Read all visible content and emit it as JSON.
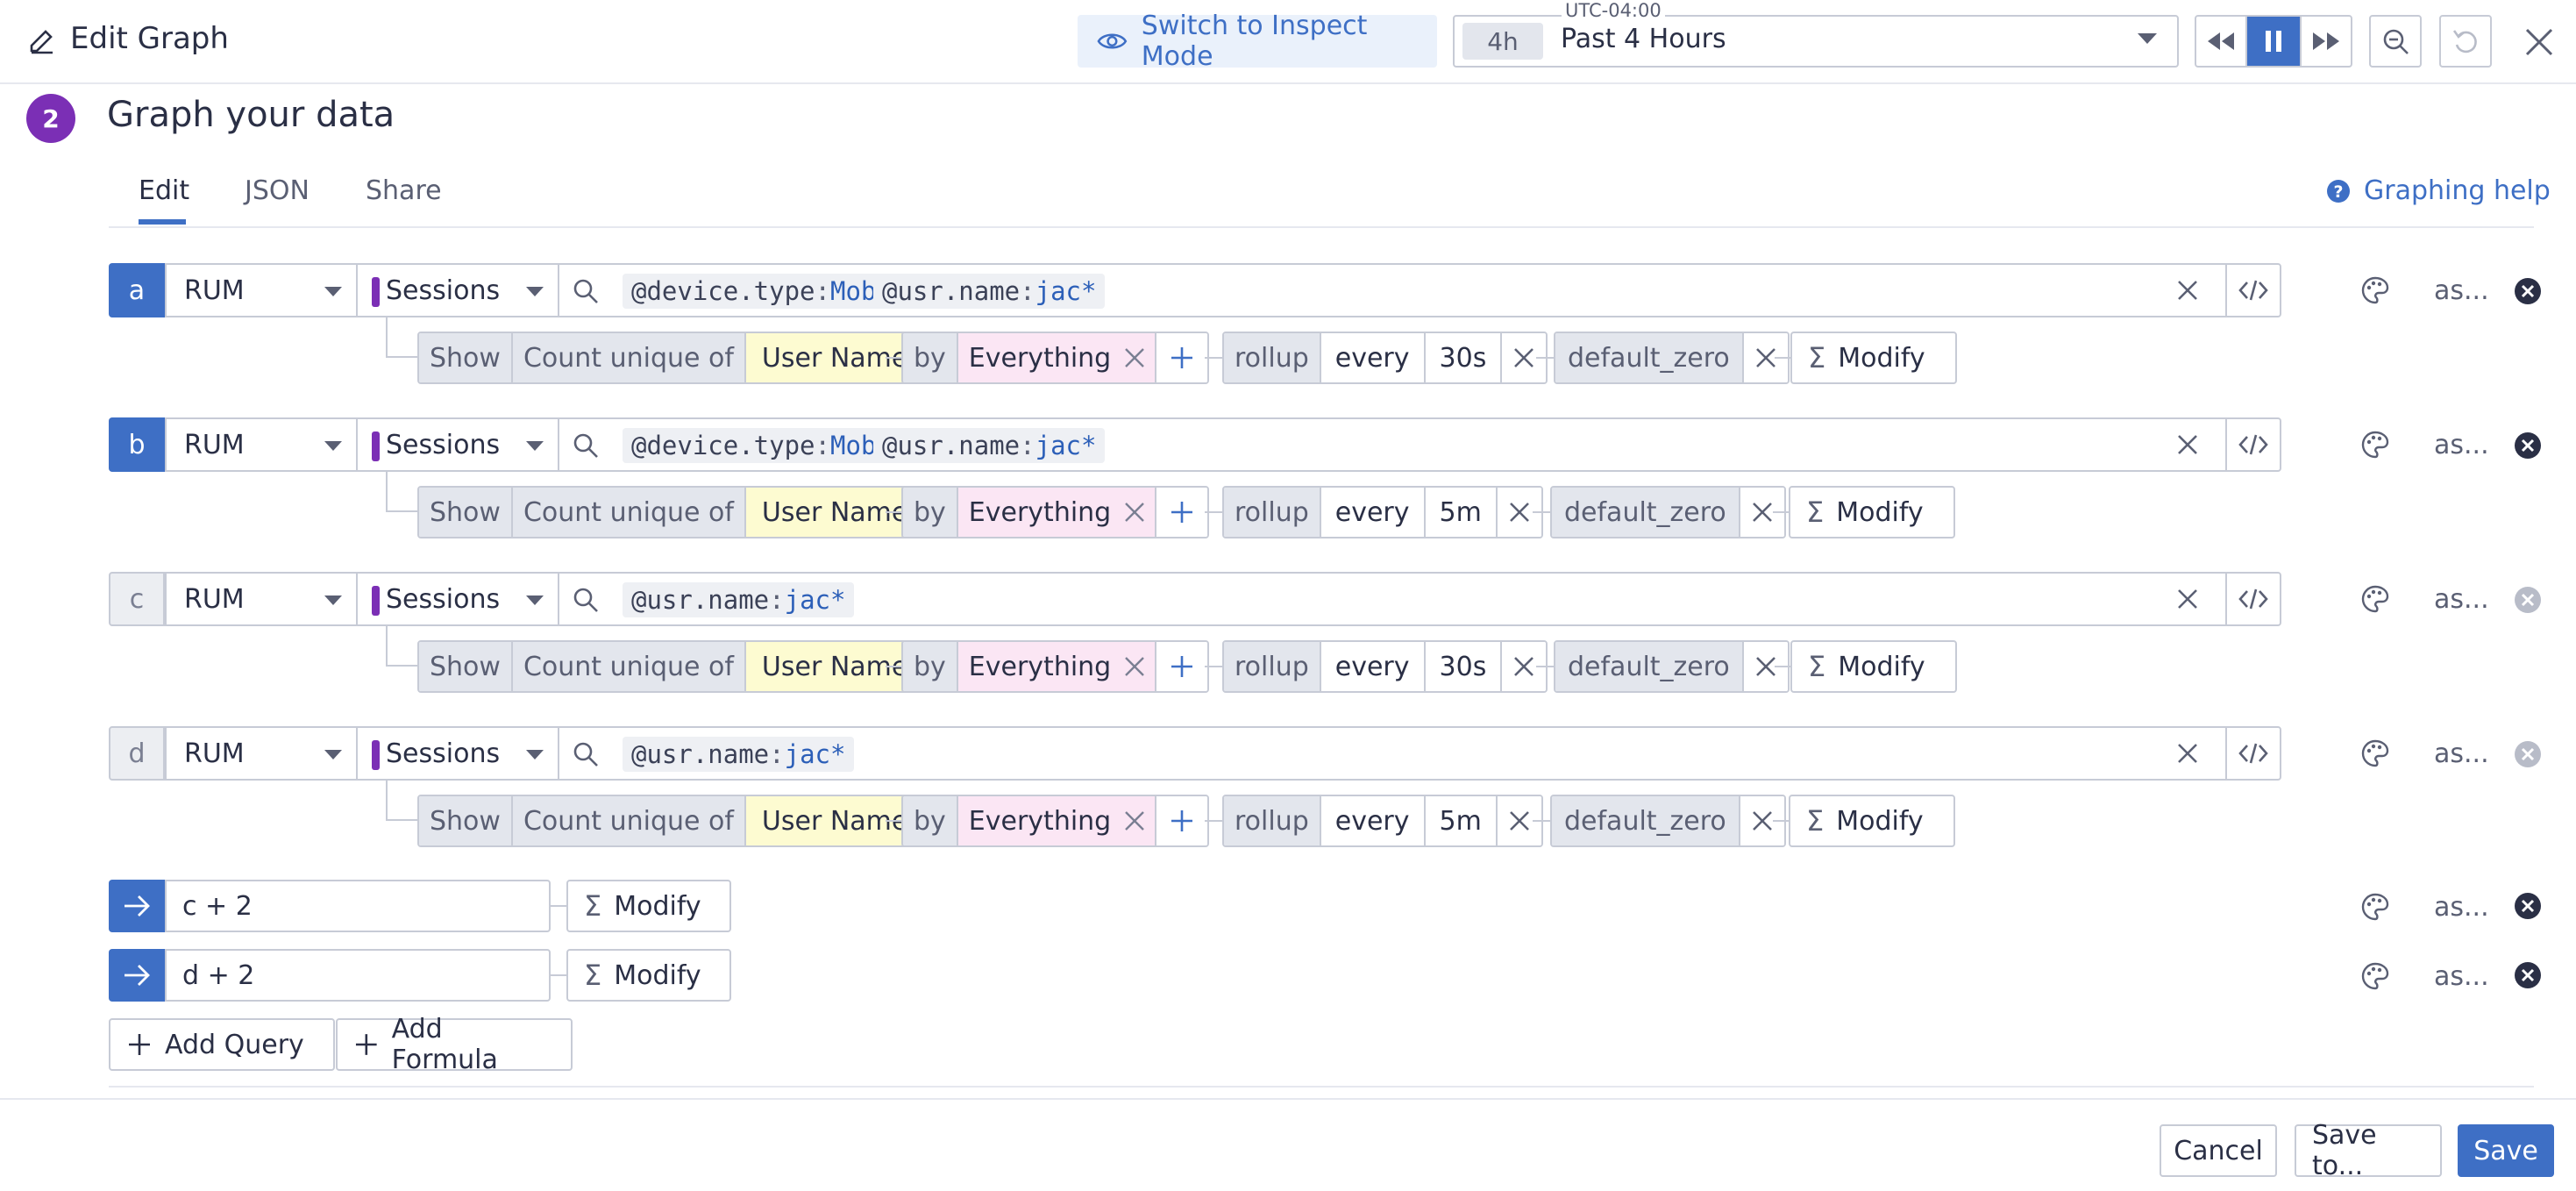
{
  "header": {
    "title": "Edit Graph",
    "inspect_label": "Switch to Inspect Mode",
    "timezone": "UTC-04:00",
    "time_badge": "4h",
    "time_label": "Past 4 Hours"
  },
  "section": {
    "step": "2",
    "title": "Graph your data"
  },
  "tabs": {
    "edit": "Edit",
    "json": "JSON",
    "share": "Share",
    "help": "Graphing help"
  },
  "common": {
    "source": "RUM",
    "type": "Sessions",
    "show": "Show",
    "count_unique": "Count unique of",
    "facet": "User Name",
    "by": "by",
    "group": "Everything",
    "rollup": "rollup",
    "every": "every",
    "default_zero": "default_zero",
    "modify": "Modify",
    "alias": "as..."
  },
  "queries": [
    {
      "letter": "a",
      "enabled": true,
      "device": true,
      "interval": "30s"
    },
    {
      "letter": "b",
      "enabled": true,
      "device": true,
      "interval": "5m"
    },
    {
      "letter": "c",
      "enabled": false,
      "device": false,
      "interval": "30s"
    },
    {
      "letter": "d",
      "enabled": false,
      "device": false,
      "interval": "5m"
    }
  ],
  "filters": {
    "device_key": "@device.type",
    "device_val": "Mobile",
    "user_key": "@usr.name",
    "user_val": "jac*"
  },
  "formulas": [
    {
      "expr": "c + 2"
    },
    {
      "expr": "d + 2"
    }
  ],
  "actions": {
    "add_query": "Add Query",
    "add_formula": "Add Formula"
  },
  "footer": {
    "cancel": "Cancel",
    "save_to": "Save to...",
    "save": "Save"
  }
}
